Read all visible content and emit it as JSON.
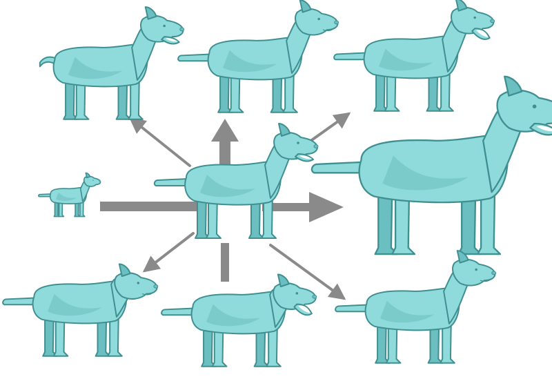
{
  "colors": {
    "body": "#8fdada",
    "shade": "#6cbfc0",
    "outline": "#3f8f91",
    "arrow": "#8a8a8a",
    "background": "#ffffff"
  },
  "diagram": {
    "center": {
      "name": "base-animal",
      "pose": "stand",
      "mouth": "open",
      "tail": "straight"
    },
    "variants": [
      {
        "name": "variant-top-left",
        "pose": "stand",
        "mouth": "open",
        "tail": "curl"
      },
      {
        "name": "variant-top-center",
        "pose": "stand",
        "mouth": "closed",
        "tail": "straight"
      },
      {
        "name": "variant-top-right",
        "pose": "stand",
        "mouth": "roar",
        "tail": "straight"
      },
      {
        "name": "variant-left-small",
        "pose": "stand",
        "mouth": "closed",
        "tail": "straight"
      },
      {
        "name": "variant-right-large",
        "pose": "stand",
        "mouth": "open",
        "tail": "straight"
      },
      {
        "name": "variant-bottom-left",
        "pose": "low-head",
        "mouth": "closed",
        "tail": "straight"
      },
      {
        "name": "variant-bottom-center",
        "pose": "low-head",
        "mouth": "roar",
        "tail": "straight"
      },
      {
        "name": "variant-bottom-right",
        "pose": "stand",
        "mouth": "closed",
        "tail": "straight"
      }
    ],
    "arrows": [
      {
        "name": "arrow-to-top-left",
        "target": "variant-top-left",
        "style": "thin"
      },
      {
        "name": "arrow-to-top-center",
        "target": "variant-top-center",
        "style": "thick"
      },
      {
        "name": "arrow-to-top-right",
        "target": "variant-top-right",
        "style": "thin"
      },
      {
        "name": "arrow-to-left-small",
        "target": "variant-left-small",
        "style": "thick"
      },
      {
        "name": "arrow-to-right-large",
        "target": "variant-right-large",
        "style": "thick"
      },
      {
        "name": "arrow-to-bottom-left",
        "target": "variant-bottom-left",
        "style": "thin"
      },
      {
        "name": "arrow-to-bottom-center",
        "target": "variant-bottom-center",
        "style": "thick"
      },
      {
        "name": "arrow-to-bottom-right",
        "target": "variant-bottom-right",
        "style": "thin"
      }
    ]
  }
}
